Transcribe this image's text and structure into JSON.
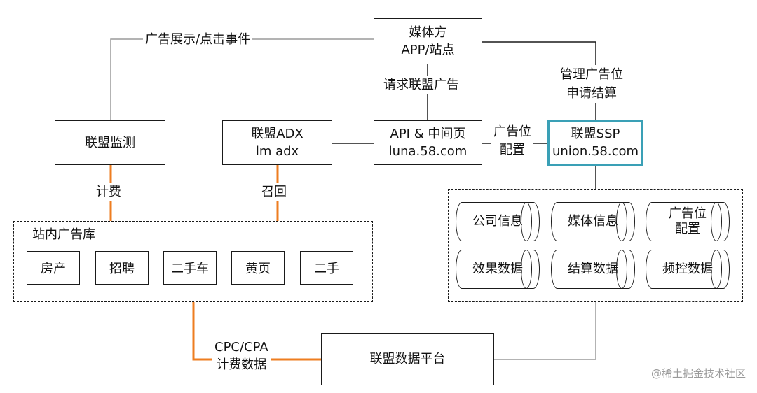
{
  "nodes": {
    "media": [
      "媒体方",
      "APP/站点"
    ],
    "monitor": "联盟监测",
    "adx": [
      "联盟ADX",
      "lm adx"
    ],
    "api": [
      "API & 中间页",
      "luna.58.com"
    ],
    "ssp": [
      "联盟SSP",
      "union.58.com"
    ],
    "data_platform": "联盟数据平台"
  },
  "edges": {
    "media_monitor": "广告展示/点击事件",
    "media_api": "请求联盟广告",
    "media_ssp": [
      "管理广告位",
      "申请结算"
    ],
    "api_ssp": [
      "广告位",
      "配置"
    ],
    "monitor_library": "计费",
    "adx_library": "召回",
    "library_platform": [
      "CPC/CPA",
      "计费数据"
    ]
  },
  "ad_library": {
    "title": "站内广告库",
    "items": [
      "房产",
      "招聘",
      "二手车",
      "黄页",
      "二手"
    ]
  },
  "ssp_stores": [
    [
      "公司信息"
    ],
    [
      "媒体信息"
    ],
    [
      "广告位",
      "配置"
    ],
    [
      "效果数据"
    ],
    [
      "结算数据"
    ],
    [
      "频控数据"
    ]
  ],
  "watermark": "@稀土掘金技术社区",
  "colors": {
    "highlight_border": "#3aa0b6",
    "billing_edge": "#ee7d20",
    "line": "#1a1a1a",
    "grey_line": "#9a9a9a"
  }
}
